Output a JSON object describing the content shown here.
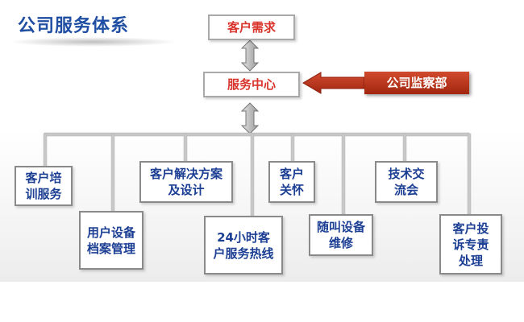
{
  "title": "公司服务体系",
  "top": {
    "demand": "客户需求",
    "center": "服务中心",
    "supervision": "公司监察部"
  },
  "services": [
    "客户培训服务",
    "用户设备档案管理",
    "客户解决方案及设计",
    "24小时客户服务热线",
    "客户关怀",
    "随叫设备维修",
    "技术交流会",
    "客户投诉专责处理"
  ],
  "colors": {
    "title": "#1f4ea3",
    "box_text_red": "#d9342b",
    "node_text": "#1c3f94",
    "supervision_bg": "#c0391f"
  }
}
